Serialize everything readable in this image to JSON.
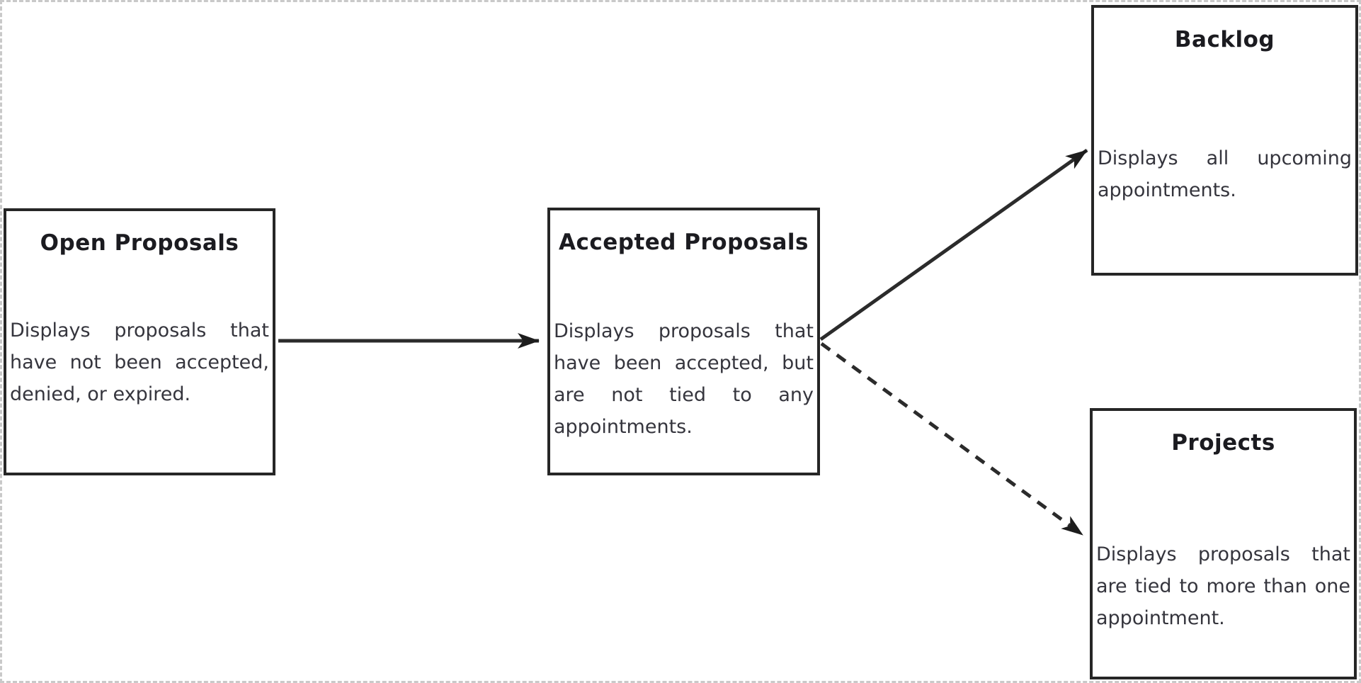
{
  "diagram": {
    "background_color": "#ffffff",
    "page_border_color": "#c9c9c9",
    "node_border_color": "#262626",
    "connector_color": "#2b2b2b",
    "title_color": "#1b1b20",
    "body_color": "#35353d"
  },
  "boxes": [
    {
      "id": "open-proposals",
      "title": "Open Proposals",
      "description": "Displays proposals that have not been accepted, denied, or expired."
    },
    {
      "id": "accepted-proposals",
      "title": "Accepted Proposals",
      "description": "Displays proposals that have been accepted, but are not tied to any appointments."
    },
    {
      "id": "backlog",
      "title": "Backlog",
      "description": "Displays all upcoming appointments."
    },
    {
      "id": "projects",
      "title": "Projects",
      "description": "Displays proposals that are tied to more than one appointment."
    }
  ],
  "connectors": [
    {
      "from": "open-proposals",
      "to": "accepted-proposals",
      "style": "solid"
    },
    {
      "from": "accepted-proposals",
      "to": "backlog",
      "style": "solid"
    },
    {
      "from": "accepted-proposals",
      "to": "projects",
      "style": "dashed"
    }
  ]
}
